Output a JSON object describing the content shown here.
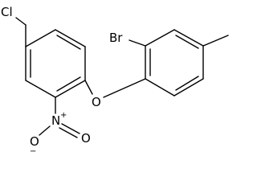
{
  "molecule": {
    "atom_labels": {
      "chlorine": "Cl",
      "bromine": "Br",
      "oxygen_ether": "O",
      "nitrogen": "N",
      "oxygen_nitro_double": "O",
      "oxygen_nitro_single": "O"
    },
    "charges": {
      "nitrogen": "+",
      "oxygen_nitro_single": "−"
    },
    "colors": {
      "bond": "#000000",
      "text": "#000000",
      "background": "#ffffff"
    }
  }
}
